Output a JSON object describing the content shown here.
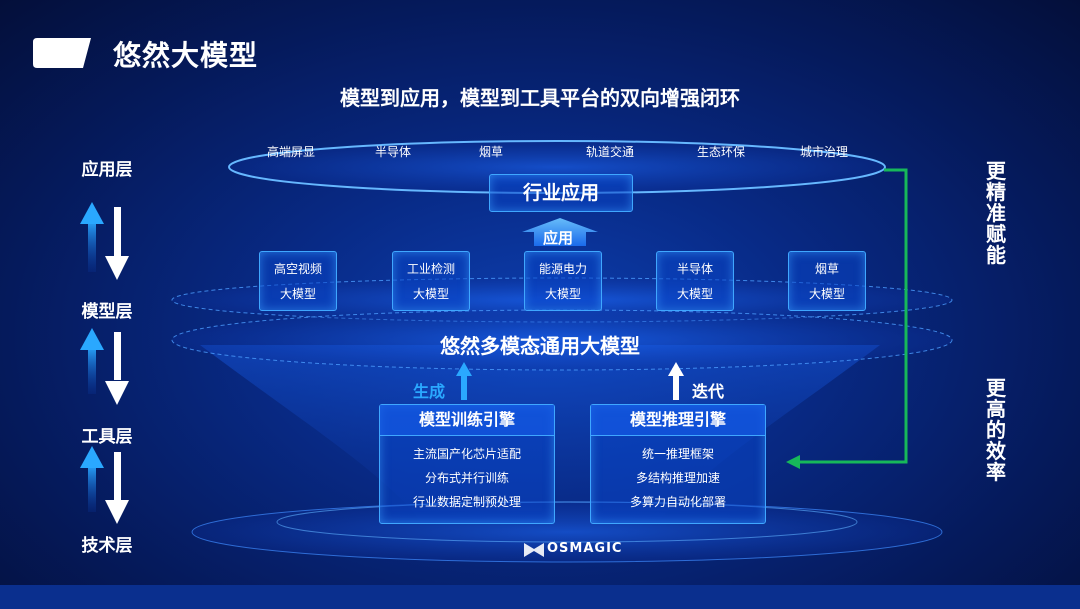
{
  "header": {
    "title": "悠然大模型",
    "subtitle": "模型到应用，模型到工具平台的双向增强闭环"
  },
  "layers": [
    "应用层",
    "模型层",
    "工具层",
    "技术层"
  ],
  "industries": [
    "高端屏显",
    "半导体",
    "烟草",
    "轨道交通",
    "生态环保",
    "城市治理"
  ],
  "app_box": "行业应用",
  "app_arrow_label": "应用",
  "industry_models": [
    {
      "line1": "高空视频",
      "line2": "大模型"
    },
    {
      "line1": "工业检测",
      "line2": "大模型"
    },
    {
      "line1": "能源电力",
      "line2": "大模型"
    },
    {
      "line1": "半导体",
      "line2": "大模型"
    },
    {
      "line1": "烟草",
      "line2": "大模型"
    }
  ],
  "general_model": "悠然多模态通用大模型",
  "arrow_labels": {
    "generate": "生成",
    "iterate": "迭代"
  },
  "training_engine": {
    "title": "模型训练引擎",
    "items": [
      "主流国产化芯片适配",
      "分布式并行训练",
      "行业数据定制预处理"
    ]
  },
  "inference_engine": {
    "title": "模型推理引擎",
    "items": [
      "统一推理框架",
      "多结构推理加速",
      "多算力自动化部署"
    ]
  },
  "side_text": {
    "top": "更精准赋能",
    "bottom": "更高的效率"
  },
  "logo": "OSMAGIC",
  "colors": {
    "accent_green": "#17b85a",
    "arrow_blue": "#2aa8ff",
    "box_border": "#3fa7ff"
  }
}
